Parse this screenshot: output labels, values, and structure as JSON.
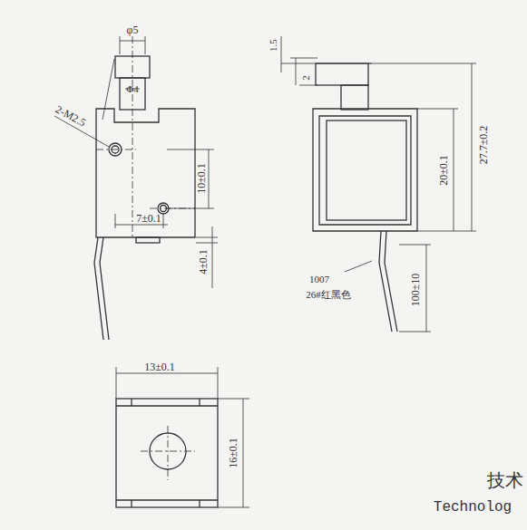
{
  "diagram": {
    "labels": [
      "φ5",
      "Φ4",
      "2-M2.5",
      "10±0.1",
      "7±0.1",
      "4±0.1",
      "1.5",
      "2",
      "27.7±0.2",
      "20±0.1",
      "1007",
      "26#红黑色",
      "100±10",
      "13±0.1",
      "16±0.1",
      "技术",
      "Technolog"
    ]
  }
}
